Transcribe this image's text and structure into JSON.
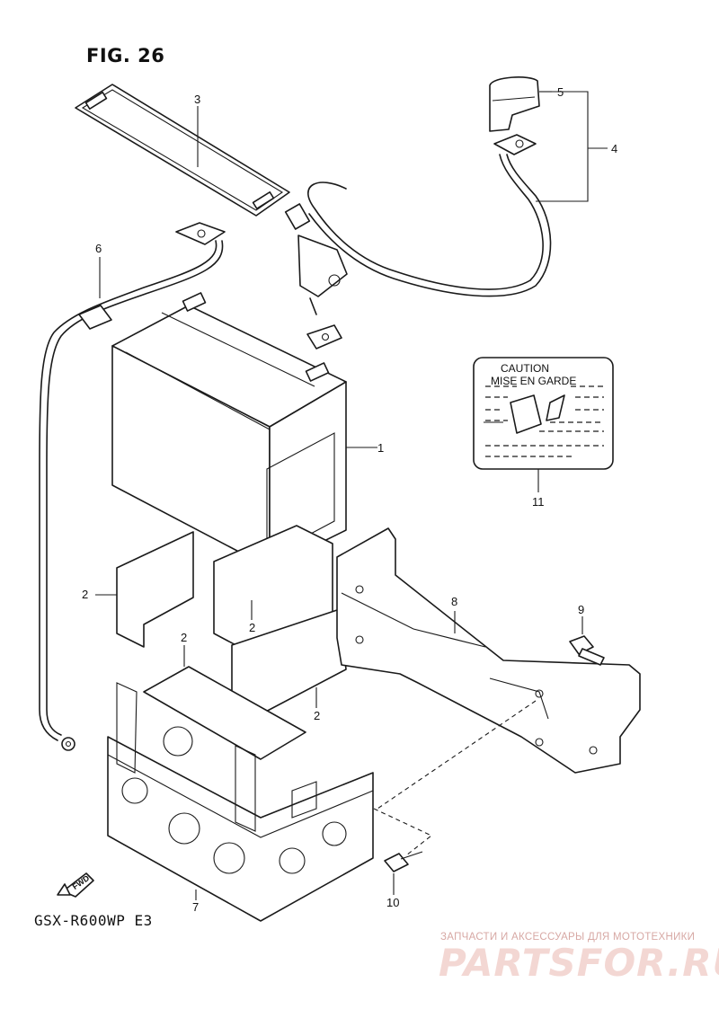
{
  "figure": {
    "title": "FIG. 26",
    "model_code": "GSX-R600WP  E3"
  },
  "callouts": [
    "1",
    "2",
    "2",
    "2",
    "2",
    "3",
    "4",
    "5",
    "6",
    "7",
    "8",
    "9",
    "10",
    "11"
  ],
  "caution_label": {
    "line1": "CAUTION",
    "line2": "MISE EN GARDE"
  },
  "fwd_arrow": "FWD",
  "watermark": {
    "tagline": "ЗАПЧАСТИ И АКСЕССУАРЫ ДЛЯ МОТОТЕХНИКИ",
    "logo": "PARTSFOR.RU"
  }
}
